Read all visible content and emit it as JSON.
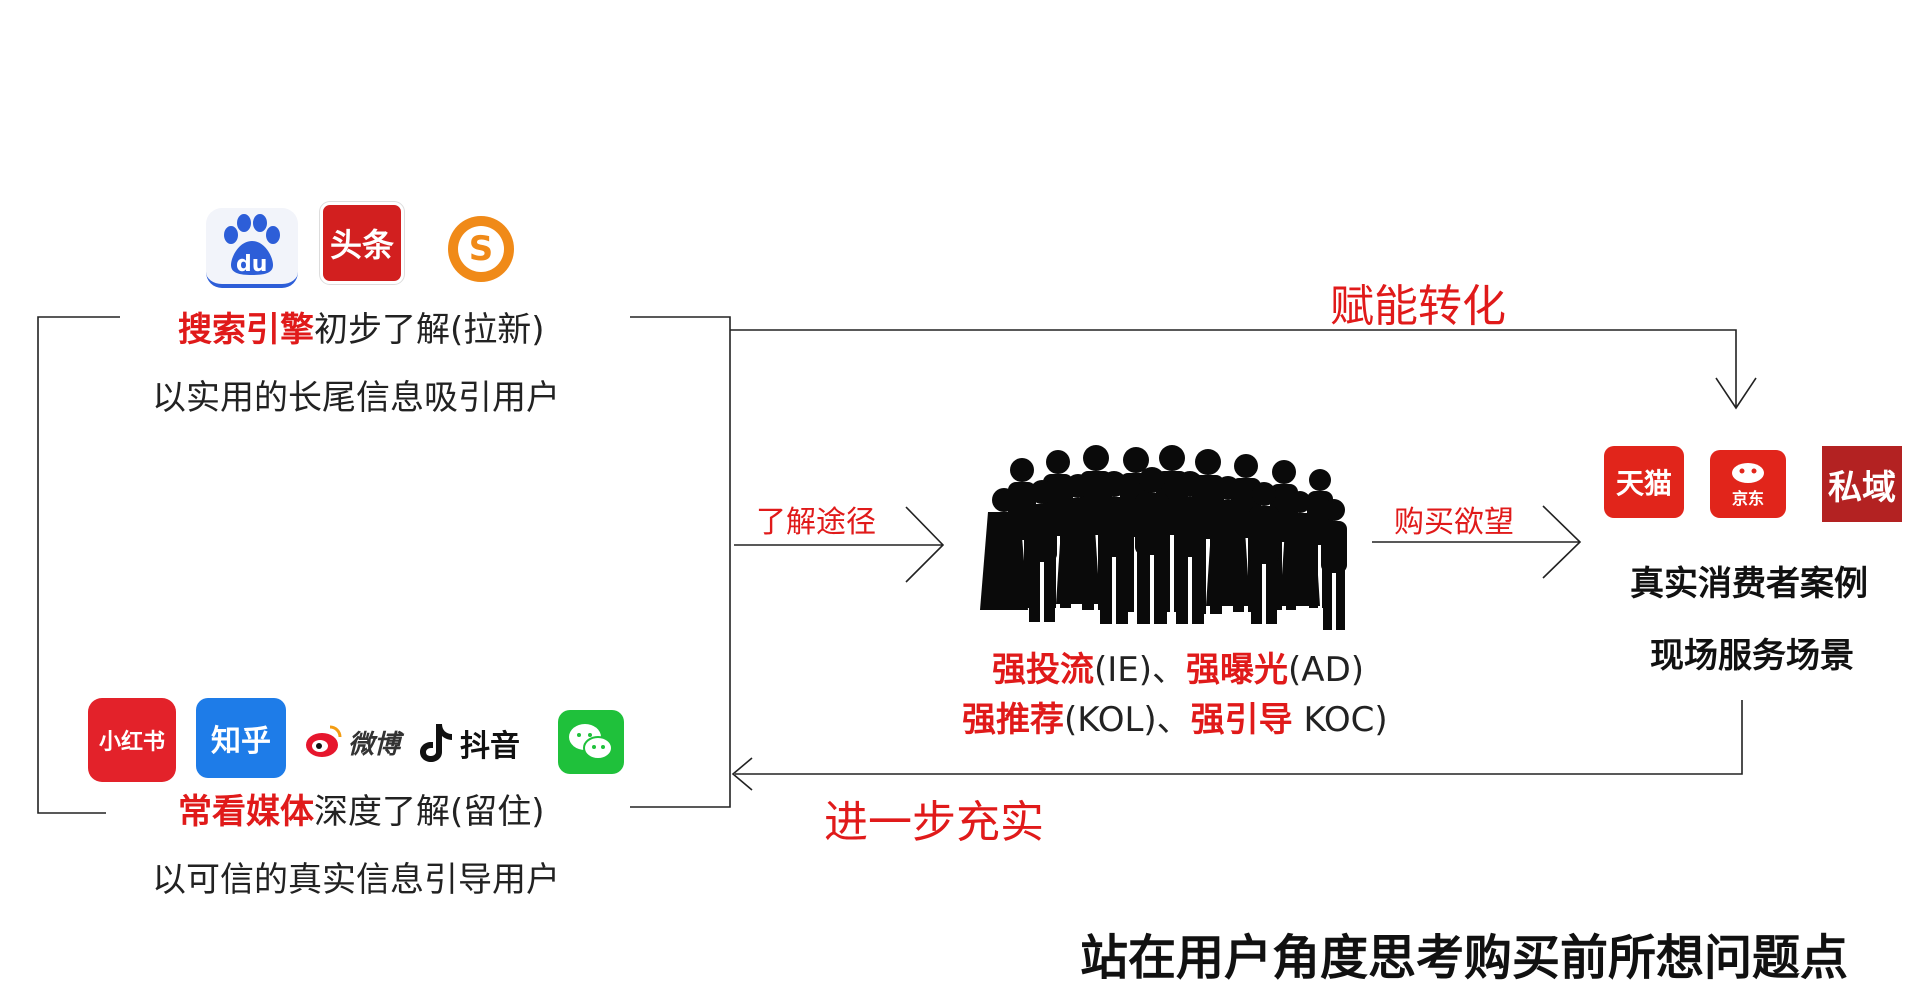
{
  "top_block": {
    "icons": [
      "baidu-icon",
      "toutiao-icon",
      "sogou-icon"
    ],
    "icon_texts": {
      "baidu": "du",
      "toutiao": "头条",
      "sogou": "S"
    },
    "emph": "搜索引擎",
    "rest": "初步了解(拉新)",
    "sub": "以实用的长尾信息吸引用户"
  },
  "bottom_block": {
    "icons": [
      "xiaohongshu-icon",
      "zhihu-icon",
      "weibo-icon",
      "douyin-icon",
      "wechat-icon"
    ],
    "icon_texts": {
      "xiaohongshu": "小红书",
      "zhihu": "知乎",
      "weibo": "微博",
      "douyin": "抖音"
    },
    "emph": "常看媒体",
    "rest": "深度了解(留住)",
    "sub": "以可信的真实信息引导用户"
  },
  "arrows": {
    "top": "赋能转化",
    "left_mid": "了解途径",
    "right_mid": "购买欲望",
    "bottom": "进一步充实"
  },
  "center": {
    "line1": {
      "a": "强投流",
      "a_sub": "(IE)、",
      "b": "强曝光",
      "b_sub": "(AD)"
    },
    "line2": {
      "a": "强推荐",
      "a_sub": "(KOL)、",
      "b": "强引导",
      "b_sub": " KOC)"
    }
  },
  "right_block": {
    "icons": [
      "tmall-icon",
      "jd-icon",
      "private-domain-icon"
    ],
    "icon_texts": {
      "tmall": "天猫",
      "jd": "京东",
      "private": "私域"
    },
    "line1": "真实消费者案例",
    "line2": "现场服务场景"
  },
  "footer": {
    "title": "站在用户角度思考购买前所想问题点"
  },
  "colors": {
    "accent_red": "#e01a1a",
    "line": "#222222"
  }
}
